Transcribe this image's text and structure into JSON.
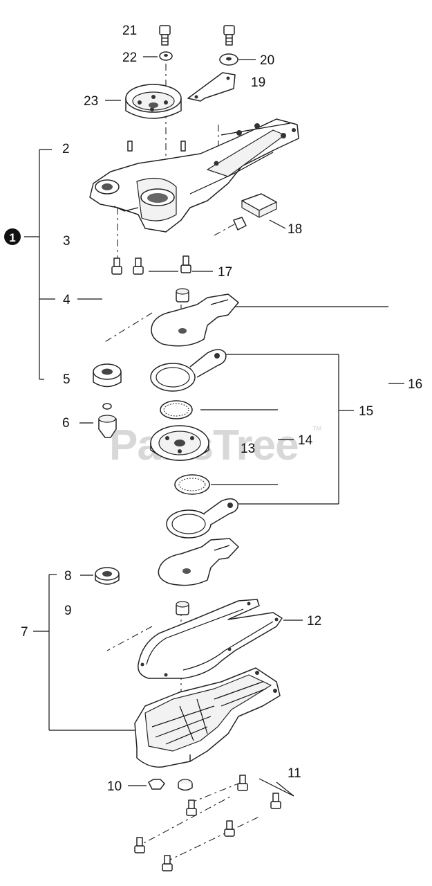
{
  "diagram": {
    "watermark": "PartsTree",
    "watermark_mark": "TM",
    "assembly_callout": "1",
    "labels": {
      "n2": "2",
      "n3": "3",
      "n4": "4",
      "n5": "5",
      "n6": "6",
      "n7": "7",
      "n8": "8",
      "n9": "9",
      "n10": "10",
      "n11": "11",
      "n12": "12",
      "n13": "13",
      "n14": "14",
      "n15": "15",
      "n16": "16",
      "n17": "17",
      "n18": "18",
      "n19": "19",
      "n20": "20",
      "n21": "21",
      "n22": "22",
      "n23": "23"
    }
  }
}
